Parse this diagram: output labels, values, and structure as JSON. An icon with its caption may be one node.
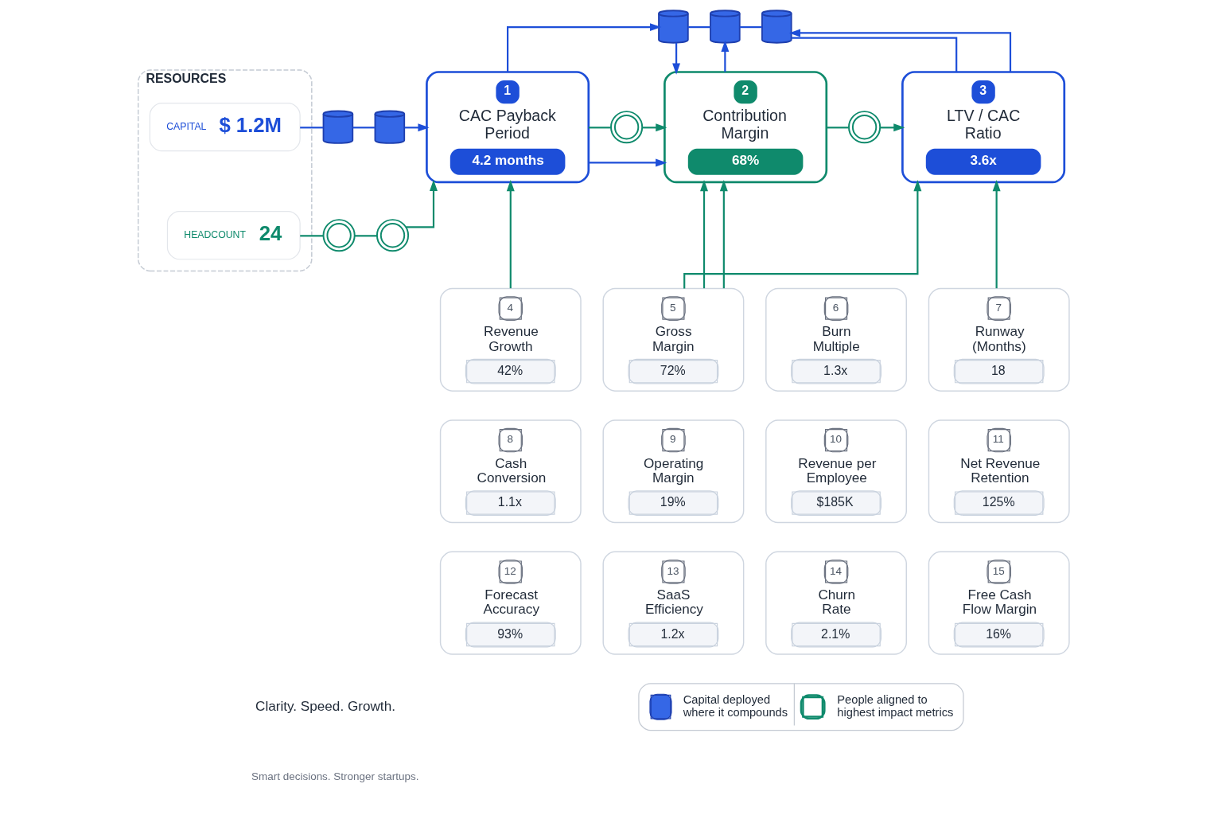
{
  "diagram": {
    "nodes": [
      {
        "text": [
          "RESOURCES"
        ]
      },
      {
        "text": [
          "CAPITAL",
          "$ 1.2M"
        ],
        "in": 0
      },
      {
        "text": [
          "HEADCOUNT",
          "24"
        ],
        "in": 0
      },
      {
        "text": [],
        "shape": "cylinder"
      },
      {
        "text": [],
        "shape": "cylinder"
      },
      {
        "text": [],
        "shape": "person"
      },
      {
        "text": [],
        "shape": "person"
      },
      {
        "text": [
          "1",
          "CAC Payback Period",
          "4.2 months"
        ]
      },
      {
        "text": [
          "2",
          "Contribution Margin",
          "68%"
        ]
      },
      {
        "text": [
          "3",
          "LTV / CAC Ratio",
          "3.6x"
        ]
      },
      {
        "text": [],
        "shape": "cylinder"
      },
      {
        "text": [],
        "shape": "cylinder"
      },
      {
        "text": [],
        "shape": "cylinder"
      },
      {
        "text": [],
        "shape": "person"
      },
      {
        "text": [],
        "shape": "person"
      },
      {
        "text": [
          "4",
          "Revenue Growth",
          "42%"
        ]
      },
      {
        "text": [
          "5",
          "Gross Margin",
          "72%"
        ]
      },
      {
        "text": [
          "6",
          "Burn Multiple",
          "1.3x"
        ]
      },
      {
        "text": [
          "7",
          "Runway (Months)",
          "18"
        ]
      },
      {
        "text": [
          "8",
          "Cash Conversion",
          "1.1x"
        ]
      },
      {
        "text": [
          "9",
          "Operating Margin",
          "19%"
        ]
      },
      {
        "text": [
          "10",
          "Revenue per Employee",
          "$185K"
        ]
      },
      {
        "text": [
          "11",
          "Net Revenue Retention",
          "125%"
        ]
      },
      {
        "text": [
          "12",
          "Forecast Accuracy",
          "93%"
        ]
      },
      {
        "text": [
          "13",
          "SaaS Efficiency",
          "1.2x"
        ]
      },
      {
        "text": [
          "14",
          "Churn Rate",
          "2.1%"
        ]
      },
      {
        "text": [
          "15",
          "Free Cash Flow Margin",
          "16%"
        ]
      }
    ],
    "edges": [
      {
        "from": 1,
        "to": 3,
        "arrow": "none",
        "color": "#1d4ed8"
      },
      {
        "from": 3,
        "to": 4,
        "arrow": "none",
        "color": "#1d4ed8"
      },
      {
        "from": 4,
        "to": 7,
        "arrow": "to",
        "color": "#1d4ed8"
      },
      {
        "from": 2,
        "to": 5,
        "arrow": "none"
      },
      {
        "from": 5,
        "to": 6,
        "arrow": "none"
      },
      {
        "from": 6,
        "to": 7,
        "arrow": "to"
      },
      {
        "from": 7,
        "to": 10,
        "arrow": "to",
        "color": "#1d4ed8"
      },
      {
        "from": 10,
        "to": 11,
        "arrow": "none",
        "color": "#1d4ed8"
      },
      {
        "from": 10,
        "to": 8,
        "arrow": "to",
        "color": "#1d4ed8"
      },
      {
        "from": 7,
        "to": 8,
        "arrow": "to",
        "color": "#1d4ed8"
      },
      {
        "from": 8,
        "to": 11,
        "arrow": "to",
        "color": "#1d4ed8"
      },
      {
        "from": 11,
        "to": 12,
        "arrow": "none",
        "color": "#1d4ed8"
      },
      {
        "from": 9,
        "to": 12,
        "arrow": "to",
        "color": "#1d4ed8"
      },
      {
        "from": 12,
        "to": 9,
        "arrow": "none",
        "color": "#1d4ed8"
      },
      {
        "from": 7,
        "to": 13,
        "arrow": "none"
      },
      {
        "from": 13,
        "to": 8,
        "arrow": "to"
      },
      {
        "from": 8,
        "to": 14,
        "arrow": "none"
      },
      {
        "from": 14,
        "to": 9,
        "arrow": "to"
      },
      {
        "from": 15,
        "to": 7,
        "arrow": "to"
      },
      {
        "from": 16,
        "to": 8,
        "arrow": "to"
      },
      {
        "from": 16,
        "to": 8,
        "arrow": "to"
      },
      {
        "from": 16,
        "to": 9,
        "arrow": "to"
      },
      {
        "from": 18,
        "to": 9,
        "arrow": "to"
      }
    ],
    "labels": [
      "Clarity. Speed. Growth.",
      "Smart decisions. Stronger startups."
    ],
    "legend": [
      {
        "text": "Capital deployed where it compounds"
      },
      {
        "text": "People aligned to highest impact metrics"
      }
    ]
  }
}
